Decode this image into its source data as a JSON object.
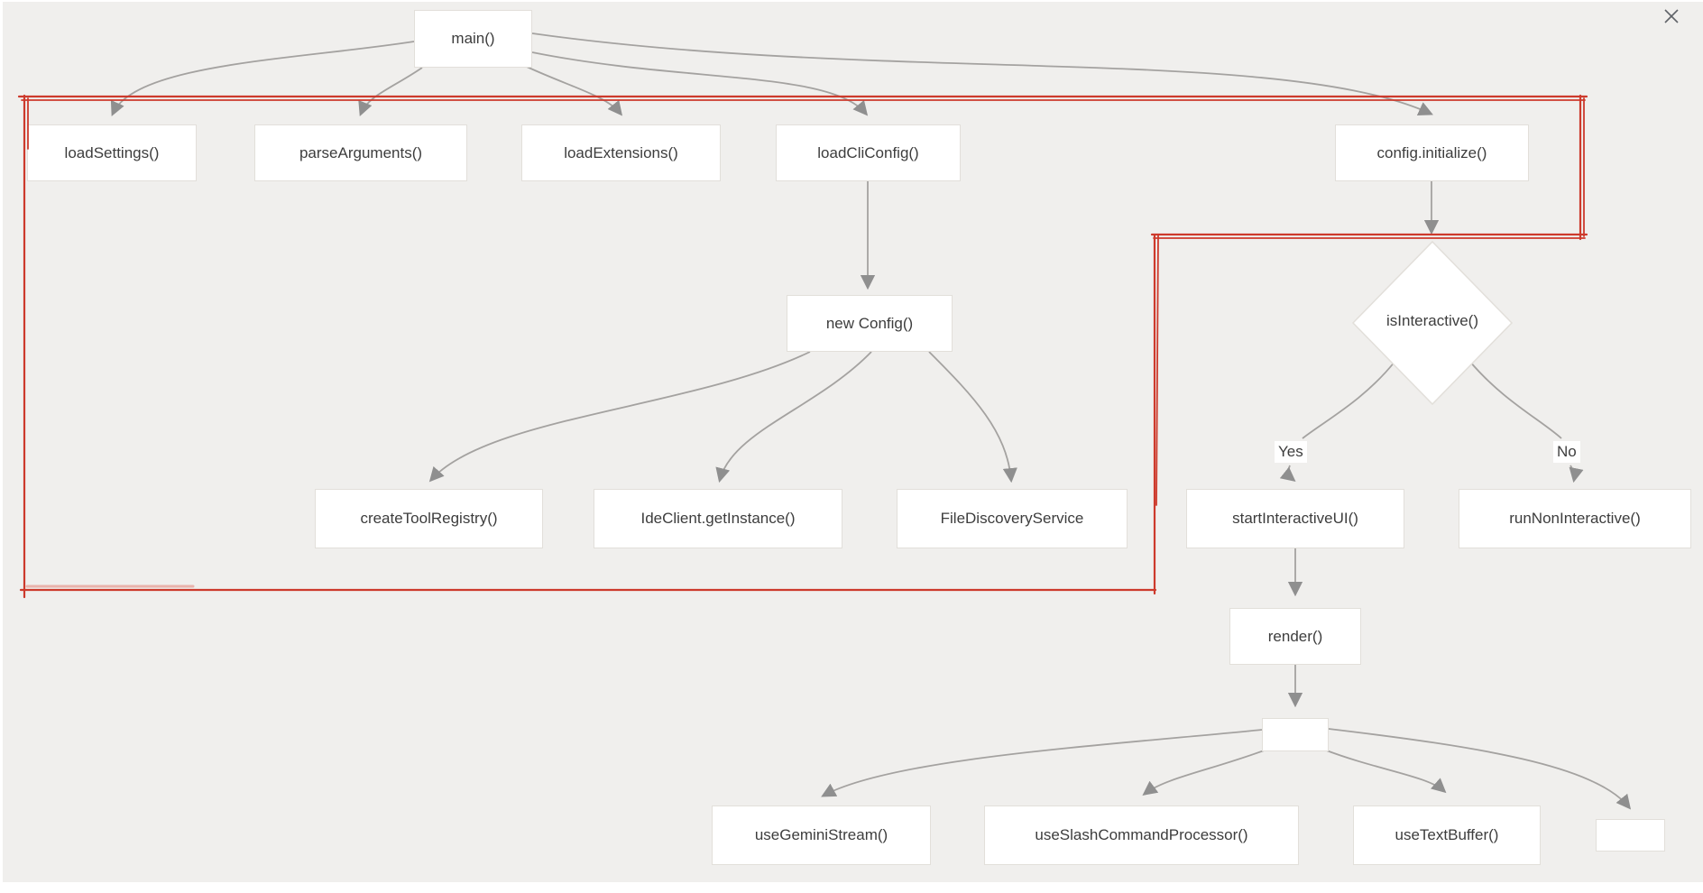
{
  "window": {
    "close_icon": "×"
  },
  "colors": {
    "canvas_bg": "#f0efed",
    "node_fill": "#ffffff",
    "node_border": "#e2dfda",
    "node_text": "#3d3d3d",
    "edge": "#a4a2a0",
    "arrowhead": "#8f8f8f",
    "annotation_red": "#cd3a2c",
    "close_icon": "#5f6368"
  },
  "diagram": {
    "nodes": {
      "main": {
        "label": "main()"
      },
      "load_settings": {
        "label": "loadSettings()"
      },
      "parse_arguments": {
        "label": "parseArguments()"
      },
      "load_extensions": {
        "label": "loadExtensions()"
      },
      "load_cli_config": {
        "label": "loadCliConfig()"
      },
      "config_initialize": {
        "label": "config.initialize()"
      },
      "new_config": {
        "label": "new Config()"
      },
      "is_interactive": {
        "label": "isInteractive()"
      },
      "create_tool_registry": {
        "label": "createToolRegistry()"
      },
      "ide_client_get_instance": {
        "label": "IdeClient.getInstance()"
      },
      "file_discovery_service": {
        "label": "FileDiscoveryService"
      },
      "start_interactive_ui": {
        "label": "startInteractiveUI()"
      },
      "run_non_interactive": {
        "label": "runNonInteractive()"
      },
      "render": {
        "label": "render()"
      },
      "render_hub": {
        "label": ""
      },
      "use_gemini_stream": {
        "label": "useGeminiStream()"
      },
      "use_slash_command_processor": {
        "label": "useSlashCommandProcessor()"
      },
      "use_text_buffer": {
        "label": "useTextBuffer()"
      },
      "unlabeled_leaf": {
        "label": ""
      }
    },
    "branch_labels": {
      "yes": "Yes",
      "no": "No"
    },
    "edges": [
      {
        "from": "main",
        "to": "load_settings"
      },
      {
        "from": "main",
        "to": "parse_arguments"
      },
      {
        "from": "main",
        "to": "load_extensions"
      },
      {
        "from": "main",
        "to": "load_cli_config"
      },
      {
        "from": "main",
        "to": "config_initialize"
      },
      {
        "from": "load_cli_config",
        "to": "new_config"
      },
      {
        "from": "config_initialize",
        "to": "is_interactive"
      },
      {
        "from": "new_config",
        "to": "create_tool_registry"
      },
      {
        "from": "new_config",
        "to": "ide_client_get_instance"
      },
      {
        "from": "new_config",
        "to": "file_discovery_service"
      },
      {
        "from": "is_interactive",
        "to": "start_interactive_ui",
        "label": "Yes"
      },
      {
        "from": "is_interactive",
        "to": "run_non_interactive",
        "label": "No"
      },
      {
        "from": "start_interactive_ui",
        "to": "render"
      },
      {
        "from": "render",
        "to": "render_hub"
      },
      {
        "from": "render_hub",
        "to": "use_gemini_stream"
      },
      {
        "from": "render_hub",
        "to": "use_slash_command_processor"
      },
      {
        "from": "render_hub",
        "to": "use_text_buffer"
      },
      {
        "from": "render_hub",
        "to": "unlabeled_leaf"
      }
    ],
    "annotation": {
      "shape": "step-rectangle-outline",
      "style": "hand-drawn-double-stroke",
      "color": "#cd3a2c"
    }
  }
}
